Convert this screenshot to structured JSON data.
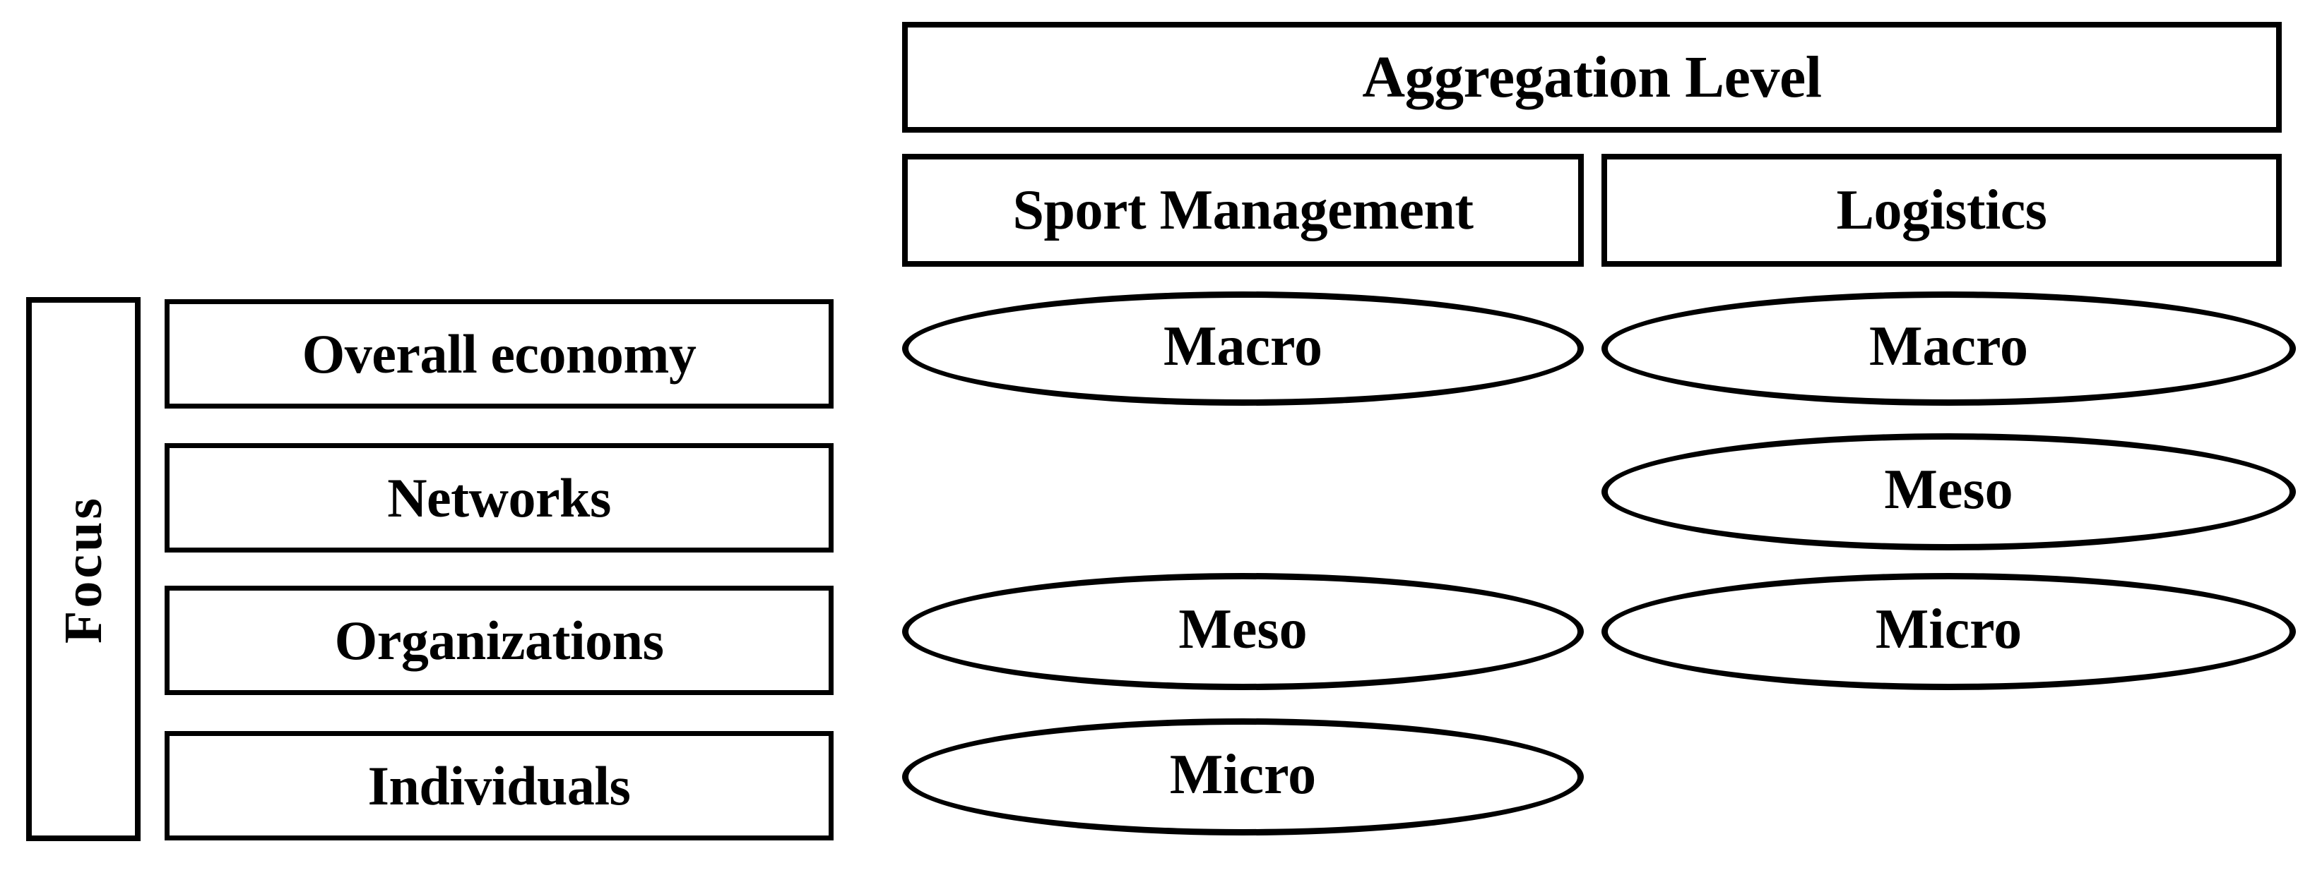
{
  "header": {
    "title": "Aggregation Level",
    "columns": [
      {
        "label": "Sport Management"
      },
      {
        "label": "Logistics"
      }
    ]
  },
  "focus": {
    "axis_label": "Focus",
    "rows": [
      {
        "label": "Overall economy"
      },
      {
        "label": "Networks"
      },
      {
        "label": "Organizations"
      },
      {
        "label": "Individuals"
      }
    ]
  },
  "matrix": {
    "cells": [
      {
        "row": "Overall economy",
        "column": "Sport Management",
        "value": "Macro"
      },
      {
        "row": "Overall economy",
        "column": "Logistics",
        "value": "Macro"
      },
      {
        "row": "Networks",
        "column": "Sport Management",
        "value": ""
      },
      {
        "row": "Networks",
        "column": "Logistics",
        "value": "Meso"
      },
      {
        "row": "Organizations",
        "column": "Sport Management",
        "value": "Meso"
      },
      {
        "row": "Organizations",
        "column": "Logistics",
        "value": "Micro"
      },
      {
        "row": "Individuals",
        "column": "Sport Management",
        "value": "Micro"
      },
      {
        "row": "Individuals",
        "column": "Logistics",
        "value": ""
      }
    ]
  },
  "style": {
    "line_color": "#000000",
    "background": "#ffffff",
    "text_color": "#000000"
  }
}
